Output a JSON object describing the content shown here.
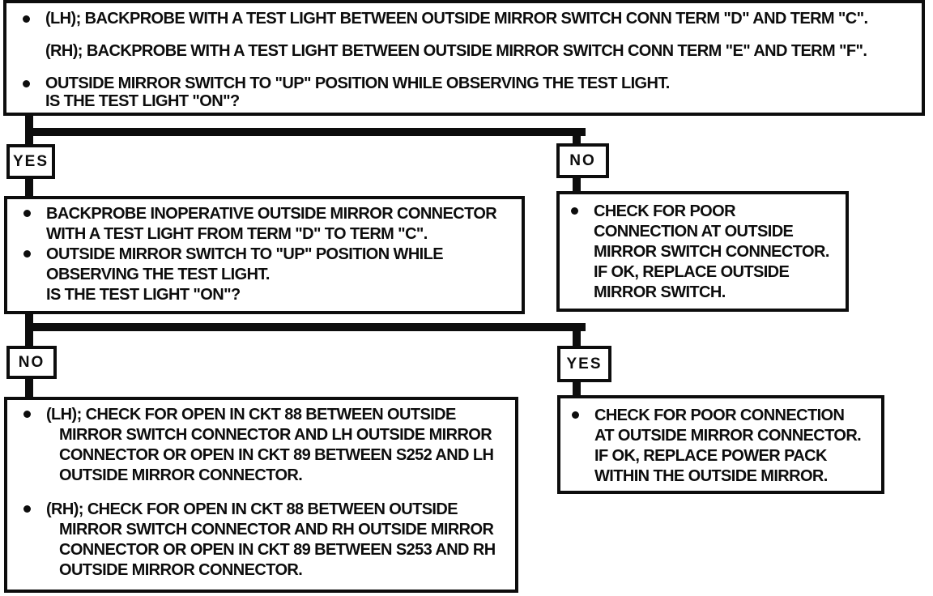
{
  "colors": {
    "ink": "#0d0d0d",
    "paper": "#ffffff"
  },
  "flowchart": {
    "branch_labels": {
      "q1_yes": "YES",
      "q1_no": "NO",
      "q2_no": "NO",
      "q2_yes": "YES"
    },
    "boxes": {
      "q1": {
        "lines": [
          {
            "bullet": true,
            "text": "(LH); BACKPROBE WITH A TEST LIGHT BETWEEN OUTSIDE MIRROR SWITCH CONN TERM \"D\" AND TERM \"C\"."
          },
          {
            "bullet": false,
            "text": "(RH); BACKPROBE WITH A TEST LIGHT BETWEEN OUTSIDE MIRROR SWITCH CONN TERM \"E\" AND TERM \"F\"."
          },
          {
            "bullet": true,
            "text": "OUTSIDE MIRROR SWITCH TO \"UP\" POSITION WHILE OBSERVING THE TEST LIGHT."
          },
          {
            "bullet": false,
            "text": "IS THE TEST LIGHT \"ON\"?"
          }
        ]
      },
      "q2": {
        "lines": [
          {
            "bullet": true,
            "text": "BACKPROBE INOPERATIVE OUTSIDE MIRROR CONNECTOR"
          },
          {
            "bullet": false,
            "text": "WITH A TEST LIGHT FROM TERM \"D\" TO TERM \"C\"."
          },
          {
            "bullet": true,
            "text": "OUTSIDE MIRROR SWITCH TO \"UP\" POSITION WHILE"
          },
          {
            "bullet": false,
            "text": "OBSERVING THE TEST LIGHT."
          },
          {
            "bullet": false,
            "text": "IS THE TEST LIGHT \"ON\"?"
          }
        ]
      },
      "a_q1_no": {
        "lines": [
          {
            "bullet": true,
            "text": "CHECK FOR POOR"
          },
          {
            "bullet": false,
            "text": "CONNECTION AT OUTSIDE"
          },
          {
            "bullet": false,
            "text": "MIRROR SWITCH CONNECTOR."
          },
          {
            "bullet": false,
            "text": "IF OK, REPLACE OUTSIDE"
          },
          {
            "bullet": false,
            "text": "MIRROR SWITCH."
          }
        ]
      },
      "a_q2_no": {
        "lines": [
          {
            "bullet": true,
            "text": "(LH); CHECK FOR OPEN IN CKT 88 BETWEEN OUTSIDE"
          },
          {
            "bullet": false,
            "text": "MIRROR SWITCH CONNECTOR AND LH OUTSIDE MIRROR"
          },
          {
            "bullet": false,
            "text": "CONNECTOR OR OPEN IN CKT 89 BETWEEN S252 AND LH"
          },
          {
            "bullet": false,
            "text": "OUTSIDE MIRROR CONNECTOR."
          },
          {
            "bullet": true,
            "text": "(RH); CHECK FOR OPEN IN CKT 88 BETWEEN OUTSIDE"
          },
          {
            "bullet": false,
            "text": "MIRROR SWITCH CONNECTOR AND RH OUTSIDE MIRROR"
          },
          {
            "bullet": false,
            "text": "CONNECTOR OR OPEN IN CKT 89 BETWEEN S253 AND RH"
          },
          {
            "bullet": false,
            "text": "OUTSIDE MIRROR CONNECTOR."
          }
        ]
      },
      "a_q2_yes": {
        "lines": [
          {
            "bullet": true,
            "text": "CHECK FOR POOR CONNECTION"
          },
          {
            "bullet": false,
            "text": "AT OUTSIDE MIRROR CONNECTOR."
          },
          {
            "bullet": false,
            "text": "IF OK, REPLACE POWER PACK"
          },
          {
            "bullet": false,
            "text": "WITHIN THE OUTSIDE MIRROR."
          }
        ]
      }
    }
  }
}
